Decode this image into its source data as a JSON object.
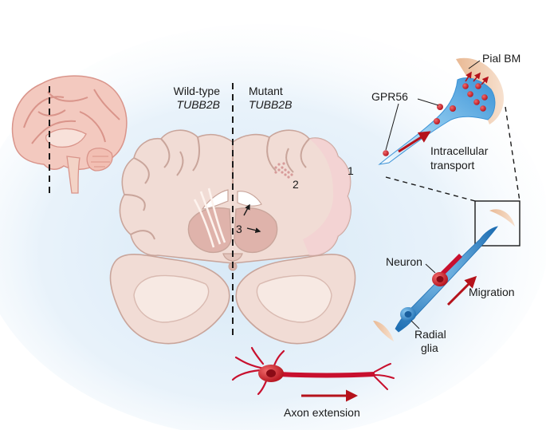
{
  "labels": {
    "wild_type_line1": "Wild-type",
    "wild_type_line2": "TUBB2B",
    "mutant_line1": "Mutant",
    "mutant_line2": "TUBB2B",
    "marker_1": "1",
    "marker_2": "2",
    "marker_3": "3",
    "gpr56": "GPR56",
    "pial_bm": "Pial BM",
    "intracellular_line1": "Intracellular",
    "intracellular_line2": "transport",
    "neuron": "Neuron",
    "migration": "Migration",
    "radial_line1": "Radial",
    "radial_line2": "glia",
    "axon_extension": "Axon extension"
  },
  "colors": {
    "background_glow": "#d6e8f6",
    "brain_tissue": "#f1dcd5",
    "brain_shadow": "#e3c4bb",
    "brain_outline": "#c9a59b",
    "deep_nuclei": "#dfb3ab",
    "neuron_red": "#c8102e",
    "glia_blue": "#2f86cc",
    "glia_light": "#9fd0f0",
    "pial_tan": "#f0cdb0",
    "arrow_red": "#b5121b"
  }
}
